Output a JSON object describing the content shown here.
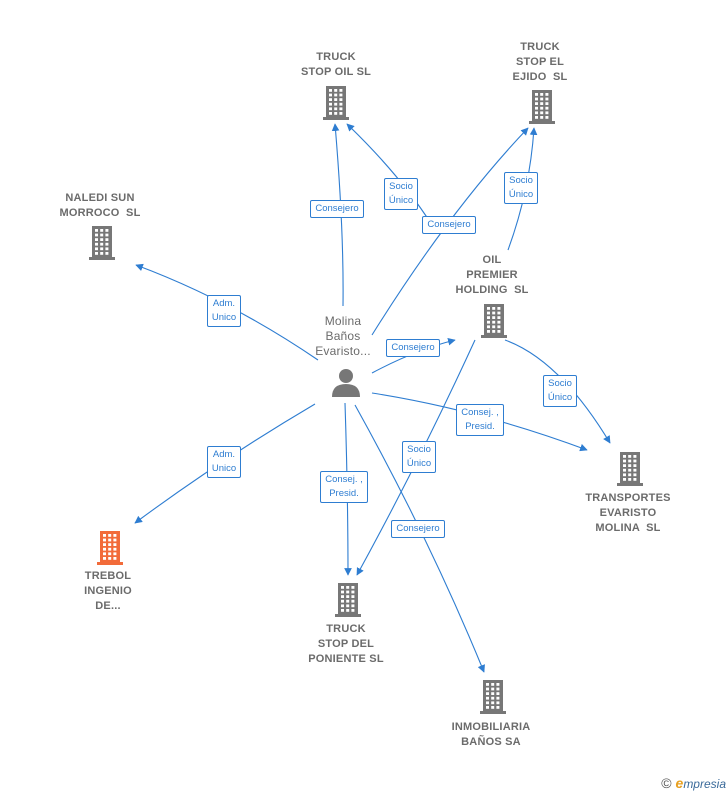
{
  "nodes": [
    {
      "id": "truck-stop-oil",
      "label": "TRUCK\nSTOP OIL SL",
      "type": "company",
      "color": "#777777"
    },
    {
      "id": "truck-stop-ejido",
      "label": "TRUCK\nSTOP EL\nEJIDO  SL",
      "type": "company",
      "color": "#777777"
    },
    {
      "id": "naledi",
      "label": "NALEDI SUN\nMORROCO  SL",
      "type": "company",
      "color": "#777777"
    },
    {
      "id": "oil-premier",
      "label": "OIL\nPREMIER\nHOLDING  SL",
      "type": "company",
      "color": "#777777"
    },
    {
      "id": "person",
      "label": "Molina\nBaños\nEvaristo...",
      "type": "person",
      "color": "#777777"
    },
    {
      "id": "transportes",
      "label": "TRANSPORTES\nEVARISTO\nMOLINA  SL",
      "type": "company",
      "color": "#777777"
    },
    {
      "id": "trebol",
      "label": "TREBOL\nINGENIO\nDE...",
      "type": "company",
      "color": "#f26b3a"
    },
    {
      "id": "truck-stop-poniente",
      "label": "TRUCK\nSTOP DEL\nPONIENTE SL",
      "type": "company",
      "color": "#777777"
    },
    {
      "id": "inmobiliaria",
      "label": "INMOBILIARIA\nBAÑOS SA",
      "type": "company",
      "color": "#777777"
    }
  ],
  "edges": [
    {
      "label": "Consejero"
    },
    {
      "label": "Socio\nÚnico"
    },
    {
      "label": "Consejero"
    },
    {
      "label": "Socio\nÚnico"
    },
    {
      "label": "Adm.\nUnico"
    },
    {
      "label": "Consejero"
    },
    {
      "label": "Socio\nÚnico"
    },
    {
      "label": "Consej. ,\nPresid."
    },
    {
      "label": "Adm.\nUnico"
    },
    {
      "label": "Socio\nÚnico"
    },
    {
      "label": "Consej. ,\nPresid."
    },
    {
      "label": "Consejero"
    }
  ],
  "footer": {
    "copyright_symbol": "©",
    "brand_initial": "e",
    "brand_rest": "mpresia"
  },
  "colors": {
    "edge": "#2e7dd1",
    "node_default": "#777777",
    "node_highlight": "#f26b3a"
  }
}
